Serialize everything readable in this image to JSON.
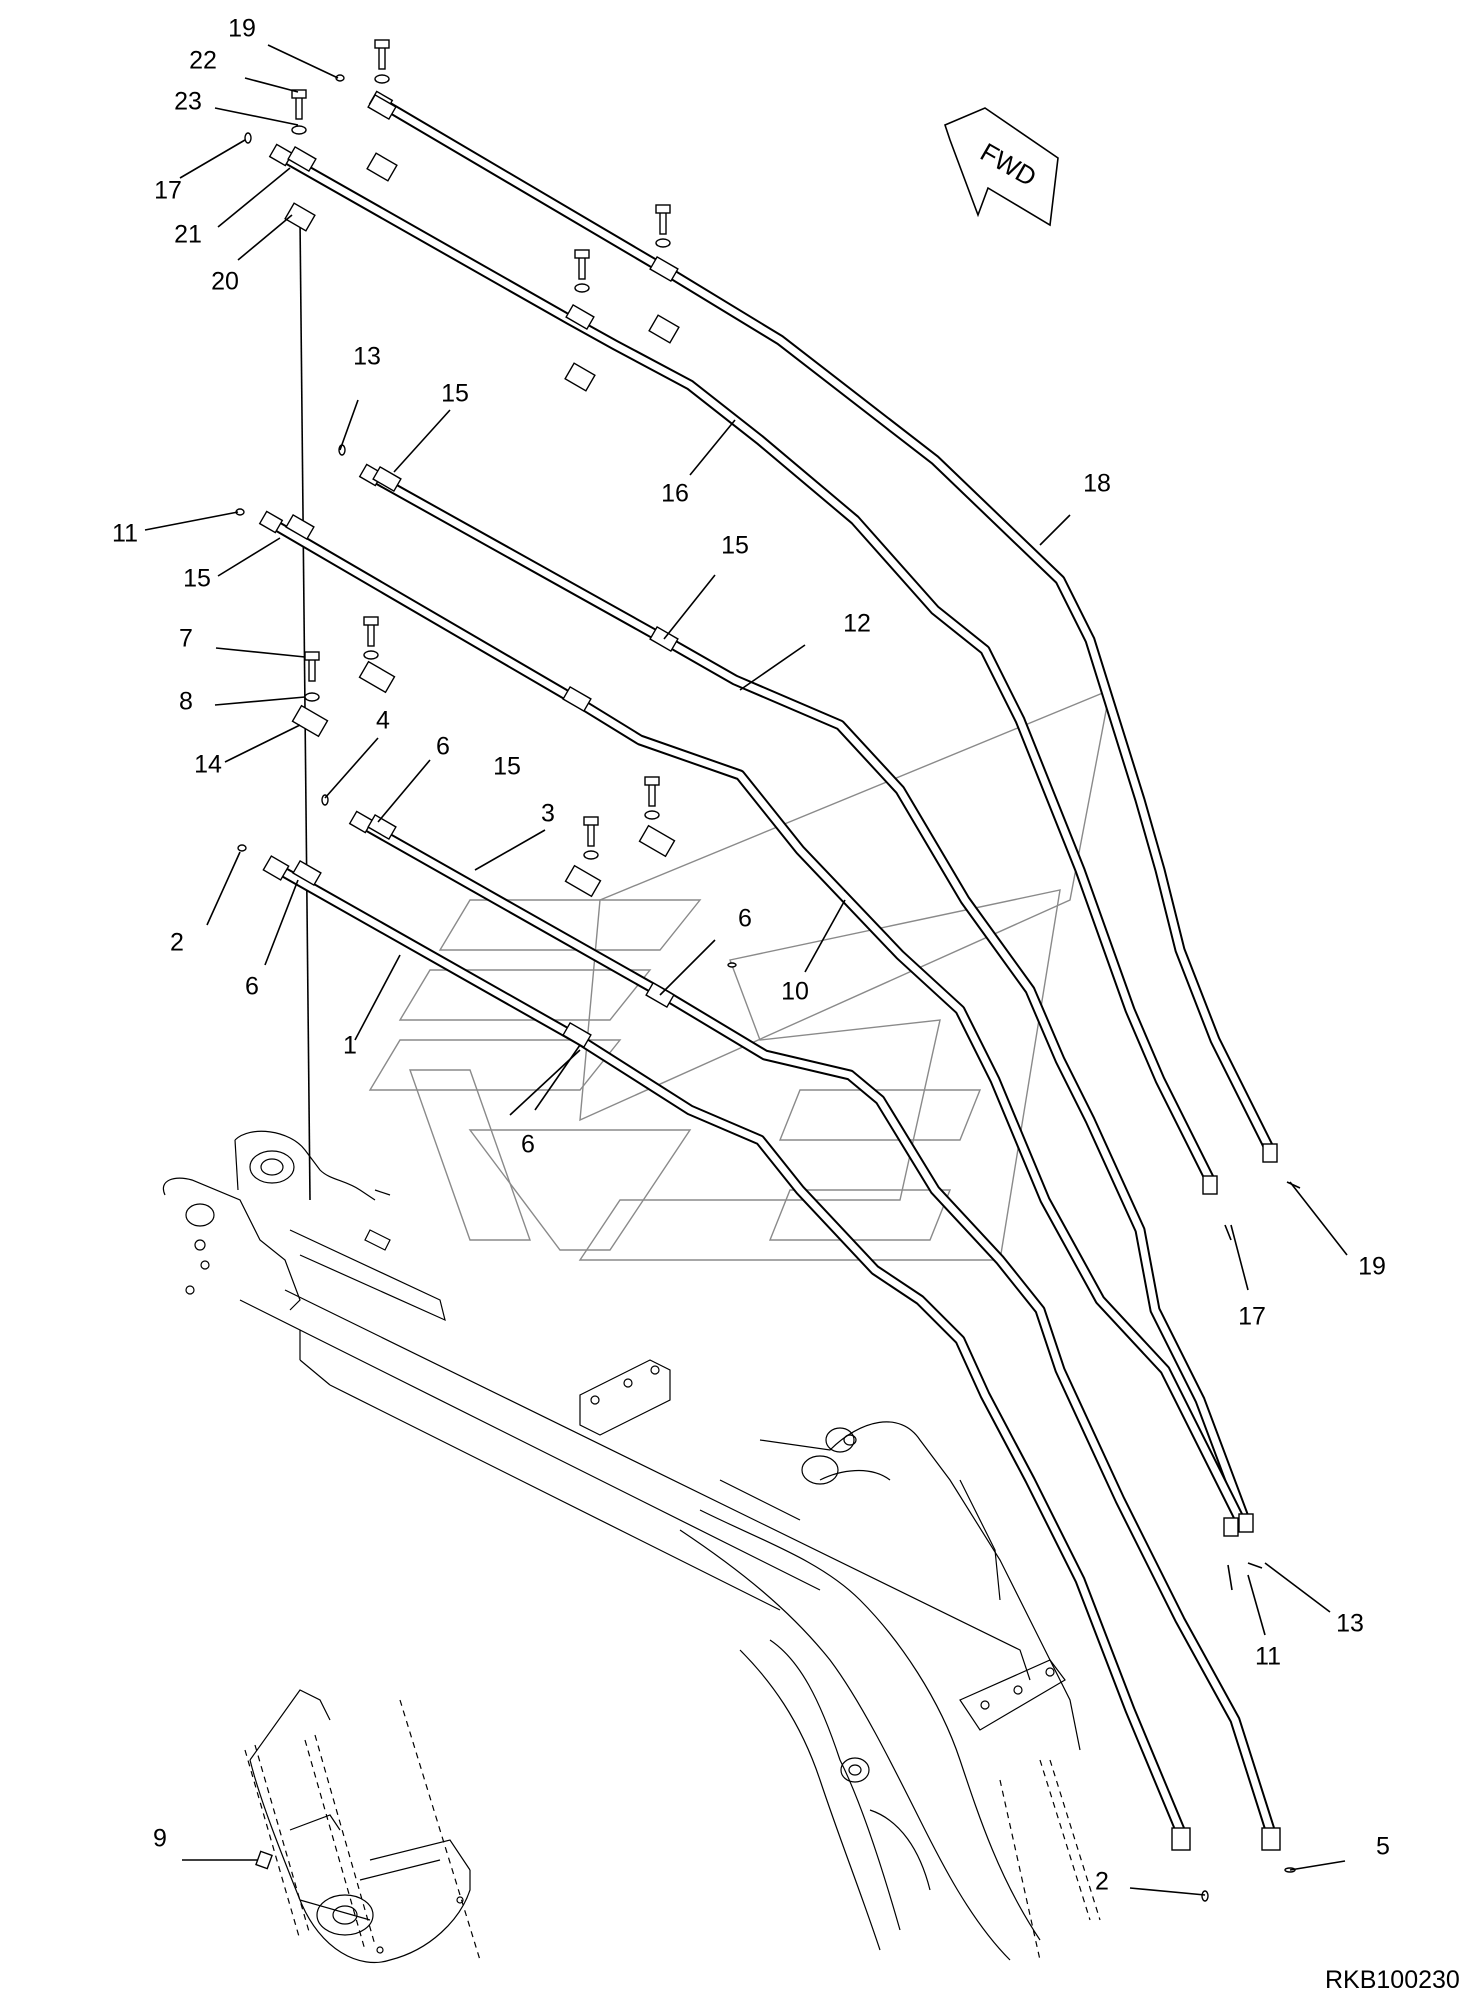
{
  "drawing_code": "RKB100230",
  "direction_label": "FWD",
  "callouts": [
    "1",
    "2",
    "3",
    "4",
    "5",
    "6",
    "7",
    "8",
    "9",
    "10",
    "11",
    "12",
    "13",
    "14",
    "15",
    "16",
    "17",
    "18",
    "19",
    "20",
    "21",
    "22",
    "23"
  ],
  "colors": {
    "line": "#000000",
    "background": "#ffffff",
    "watermark": "#8a8a8a"
  }
}
